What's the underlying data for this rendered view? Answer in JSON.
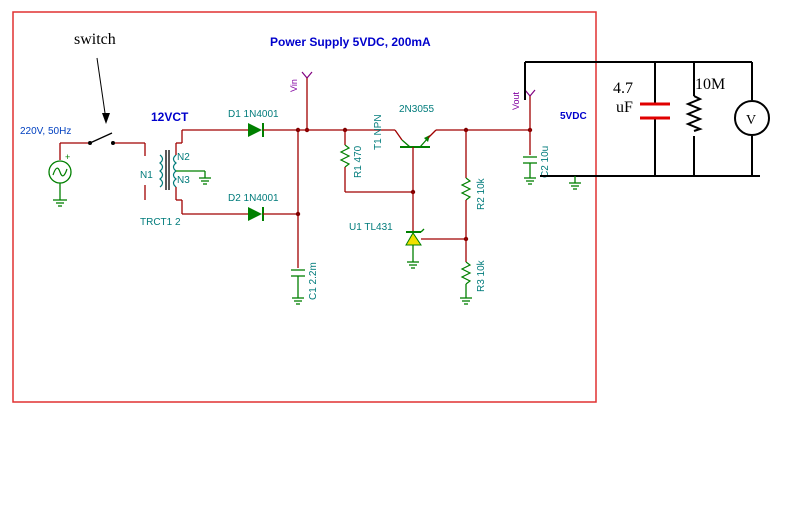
{
  "title": "Power Supply 5VDC, 200mA",
  "switch_annotation": "switch",
  "components": {
    "source": "220V, 50Hz",
    "transformer": "12VCT",
    "transformer_ref": "TRCT1 2",
    "pin_n1": "N1",
    "pin_n2": "N2",
    "pin_n3": "N3",
    "d1": "D1 1N4001",
    "d2": "D2 1N4001",
    "c1": "C1 2.2m",
    "r1": "R1 470",
    "t1": "T1 NPN",
    "t1_part": "2N3055",
    "u1": "U1 TL431",
    "r2": "R2 10k",
    "r3": "R3 10k",
    "c2": "C2 10u",
    "vin": "Vin",
    "vout": "Vout",
    "out_label": "5VDC"
  },
  "added": {
    "cap_value_line1": "4.7",
    "cap_value_line2": "uF",
    "resistor_value": "10M",
    "meter_symbol": "V"
  },
  "colors": {
    "frame": "#e03030",
    "wire": "#a00000",
    "ground": "#008000",
    "title": "#0000cc",
    "added_cap": "#e00000"
  }
}
